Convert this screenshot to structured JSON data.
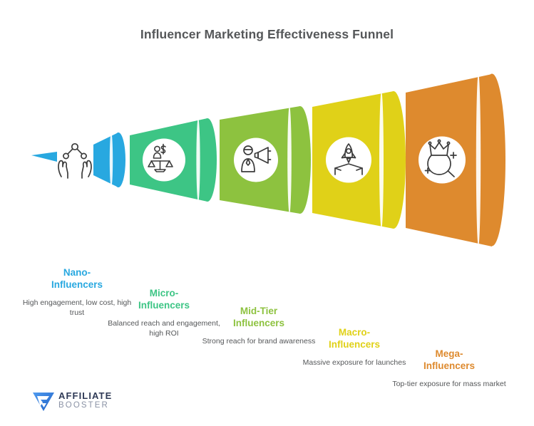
{
  "header": {
    "title": "Influencer Marketing Effectiveness Funnel"
  },
  "colors": {
    "background": "#ffffff",
    "title_text": "#555759",
    "body_text": "#555759",
    "nano": "#28a8e0",
    "micro": "#3dc585",
    "mid_tier": "#8dc23f",
    "macro": "#e0d118",
    "mega": "#de8a2e",
    "icon_stroke": "#3b3b3b",
    "icon_disc": "#ffffff"
  },
  "funnel": {
    "type": "horizontal-cone-funnel",
    "direction": "widening-left-to-right",
    "arrow_tip_color": "#28a8e0",
    "stages": [
      {
        "id": "nano",
        "title": "Nano-\nInfluencers",
        "title_line1": "Nano-",
        "title_line2": "Influencers",
        "description": "High engagement, low cost, high trust",
        "color": "#28a8e0",
        "icon": "hands-network-icon",
        "order": 1
      },
      {
        "id": "micro",
        "title": "Micro-\nInfluencers",
        "title_line1": "Micro-",
        "title_line2": "Influencers",
        "description": "Balanced reach and engagement, high ROI",
        "color": "#3dc585",
        "icon": "balance-scale-person-dollar-icon",
        "order": 2
      },
      {
        "id": "mid-tier",
        "title": "Mid-Tier\nInfluencers",
        "title_line1": "Mid-Tier",
        "title_line2": "Influencers",
        "description": "Strong reach for brand awareness",
        "color": "#8dc23f",
        "icon": "person-megaphone-icon",
        "order": 3
      },
      {
        "id": "macro",
        "title": "Macro-\nInfluencers",
        "title_line1": "Macro-",
        "title_line2": "Influencers",
        "description": "Massive exposure for launches",
        "color": "#e0d118",
        "icon": "rocket-launch-hands-icon",
        "order": 4
      },
      {
        "id": "mega",
        "title": "Mega-\nInfluencers",
        "title_line1": "Mega-",
        "title_line2": "Influencers",
        "description": "Top-tier exposure for mass market",
        "color": "#de8a2e",
        "icon": "crown-magnifier-icon",
        "order": 5
      }
    ]
  },
  "logo": {
    "line1": "AFFILIATE",
    "line2": "BOOSTER",
    "mark_color": "#2f7fe0"
  }
}
